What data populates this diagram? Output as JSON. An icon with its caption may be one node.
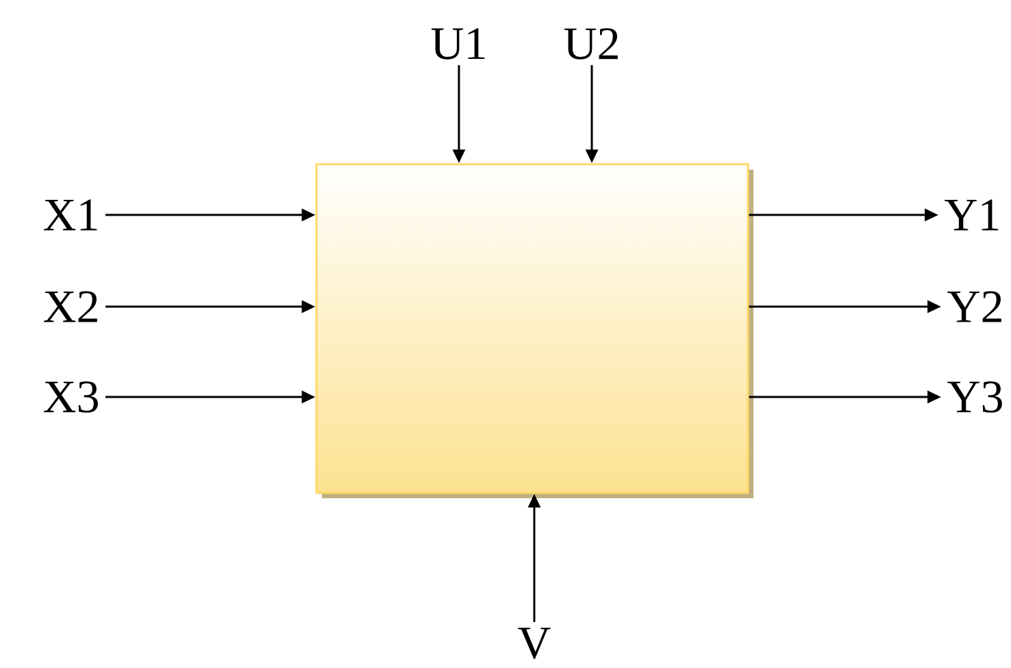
{
  "diagram": {
    "nodes": [
      {
        "text": [],
        "shape": "box"
      },
      {
        "text": [
          "U1"
        ]
      },
      {
        "text": [
          "U2"
        ]
      },
      {
        "text": [
          "X1"
        ]
      },
      {
        "text": [
          "X2"
        ]
      },
      {
        "text": [
          "X3"
        ]
      },
      {
        "text": [
          "Y1"
        ]
      },
      {
        "text": [
          "Y2"
        ]
      },
      {
        "text": [
          "Y3"
        ]
      },
      {
        "text": [
          "V"
        ]
      }
    ],
    "edges": [
      {
        "from": 1,
        "to": 0,
        "arrow": "to"
      },
      {
        "from": 2,
        "to": 0,
        "arrow": "to"
      },
      {
        "from": 3,
        "to": 0,
        "arrow": "to"
      },
      {
        "from": 4,
        "to": 0,
        "arrow": "to"
      },
      {
        "from": 5,
        "to": 0,
        "arrow": "to"
      },
      {
        "from": 0,
        "to": 6,
        "arrow": "to"
      },
      {
        "from": 0,
        "to": 7,
        "arrow": "to"
      },
      {
        "from": 0,
        "to": 8,
        "arrow": "to"
      },
      {
        "from": 9,
        "to": 0,
        "arrow": "to"
      }
    ]
  }
}
